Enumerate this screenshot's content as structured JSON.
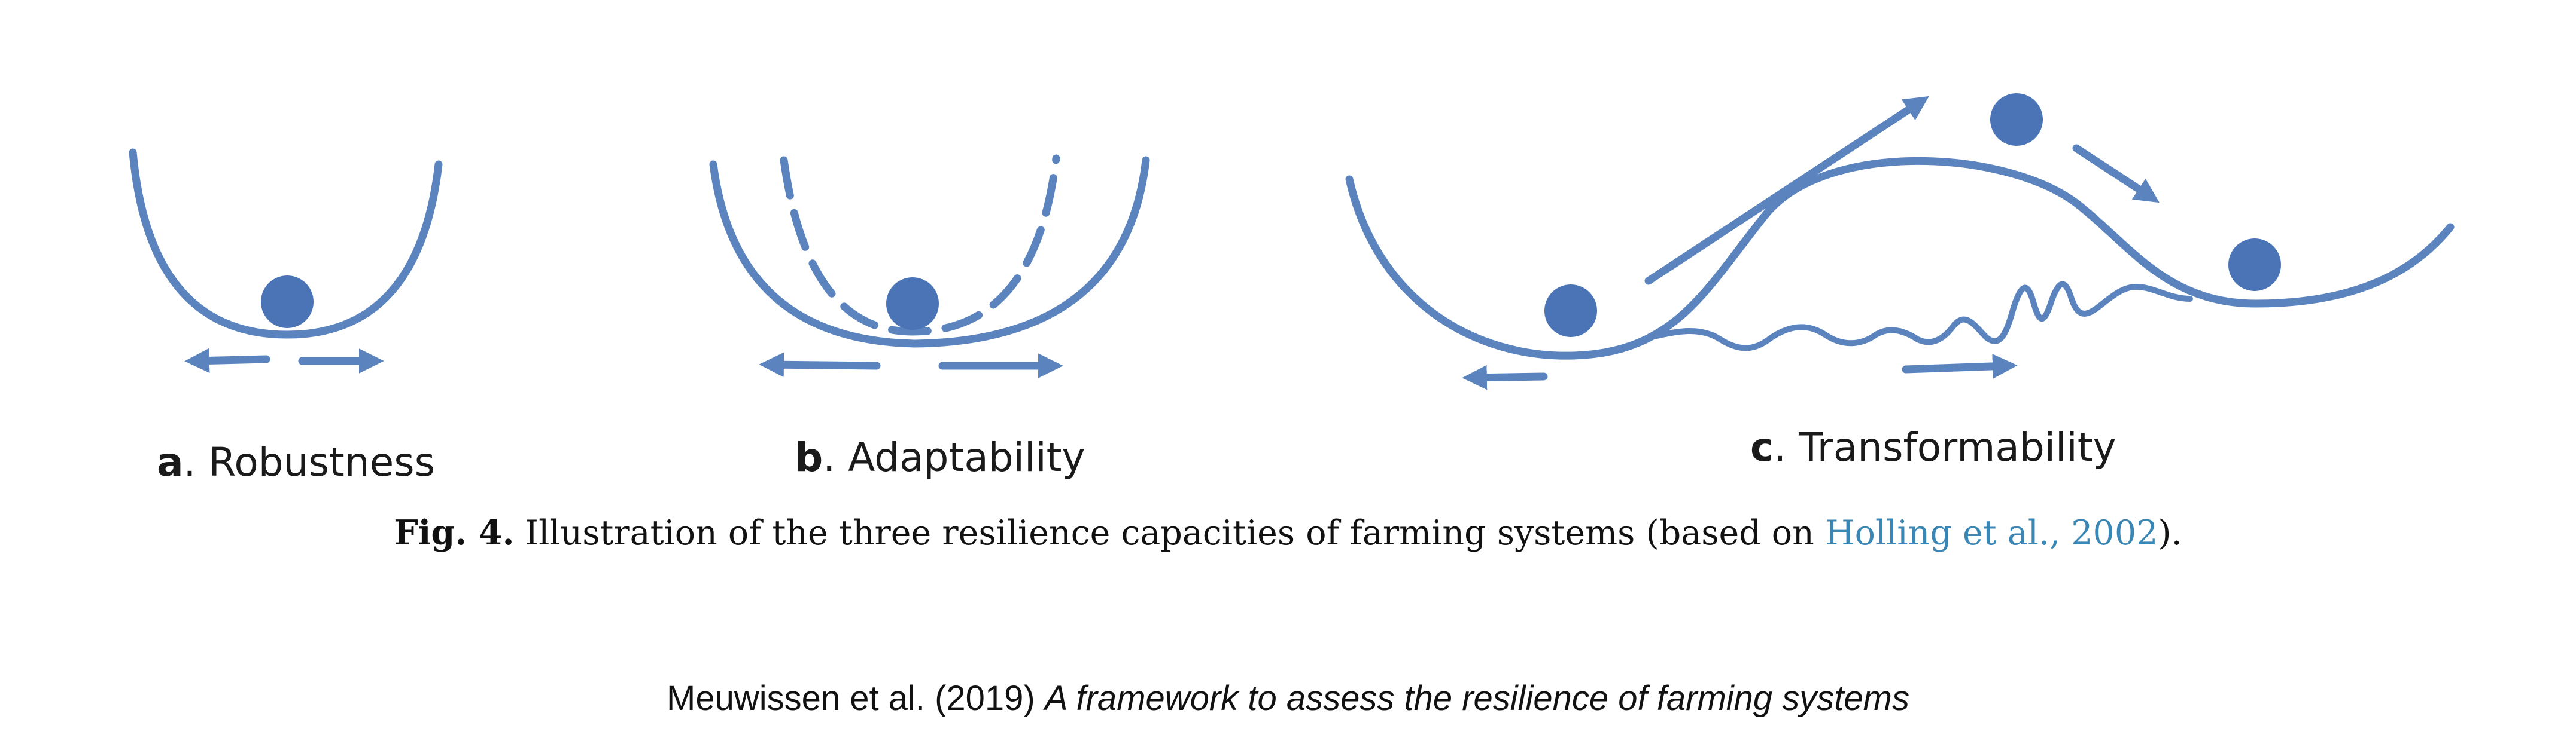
{
  "colors": {
    "diagram": "#5b84bf",
    "link": "#3a86b4",
    "text": "#111111"
  },
  "panels": [
    {
      "letter": "a",
      "name": "Robustness"
    },
    {
      "letter": "b",
      "name": "Adaptability"
    },
    {
      "letter": "c",
      "name": "Transformability"
    }
  ],
  "caption": {
    "fig_label": "Fig. 4.",
    "text_before": " Illustration of the three resilience capacities of farming systems (based on ",
    "reference": "Holling et al., 2002",
    "text_after": ")."
  },
  "citation": {
    "authors": "Meuwissen et al. (2019) ",
    "title": "A framework to assess the resilience of farming systems"
  }
}
